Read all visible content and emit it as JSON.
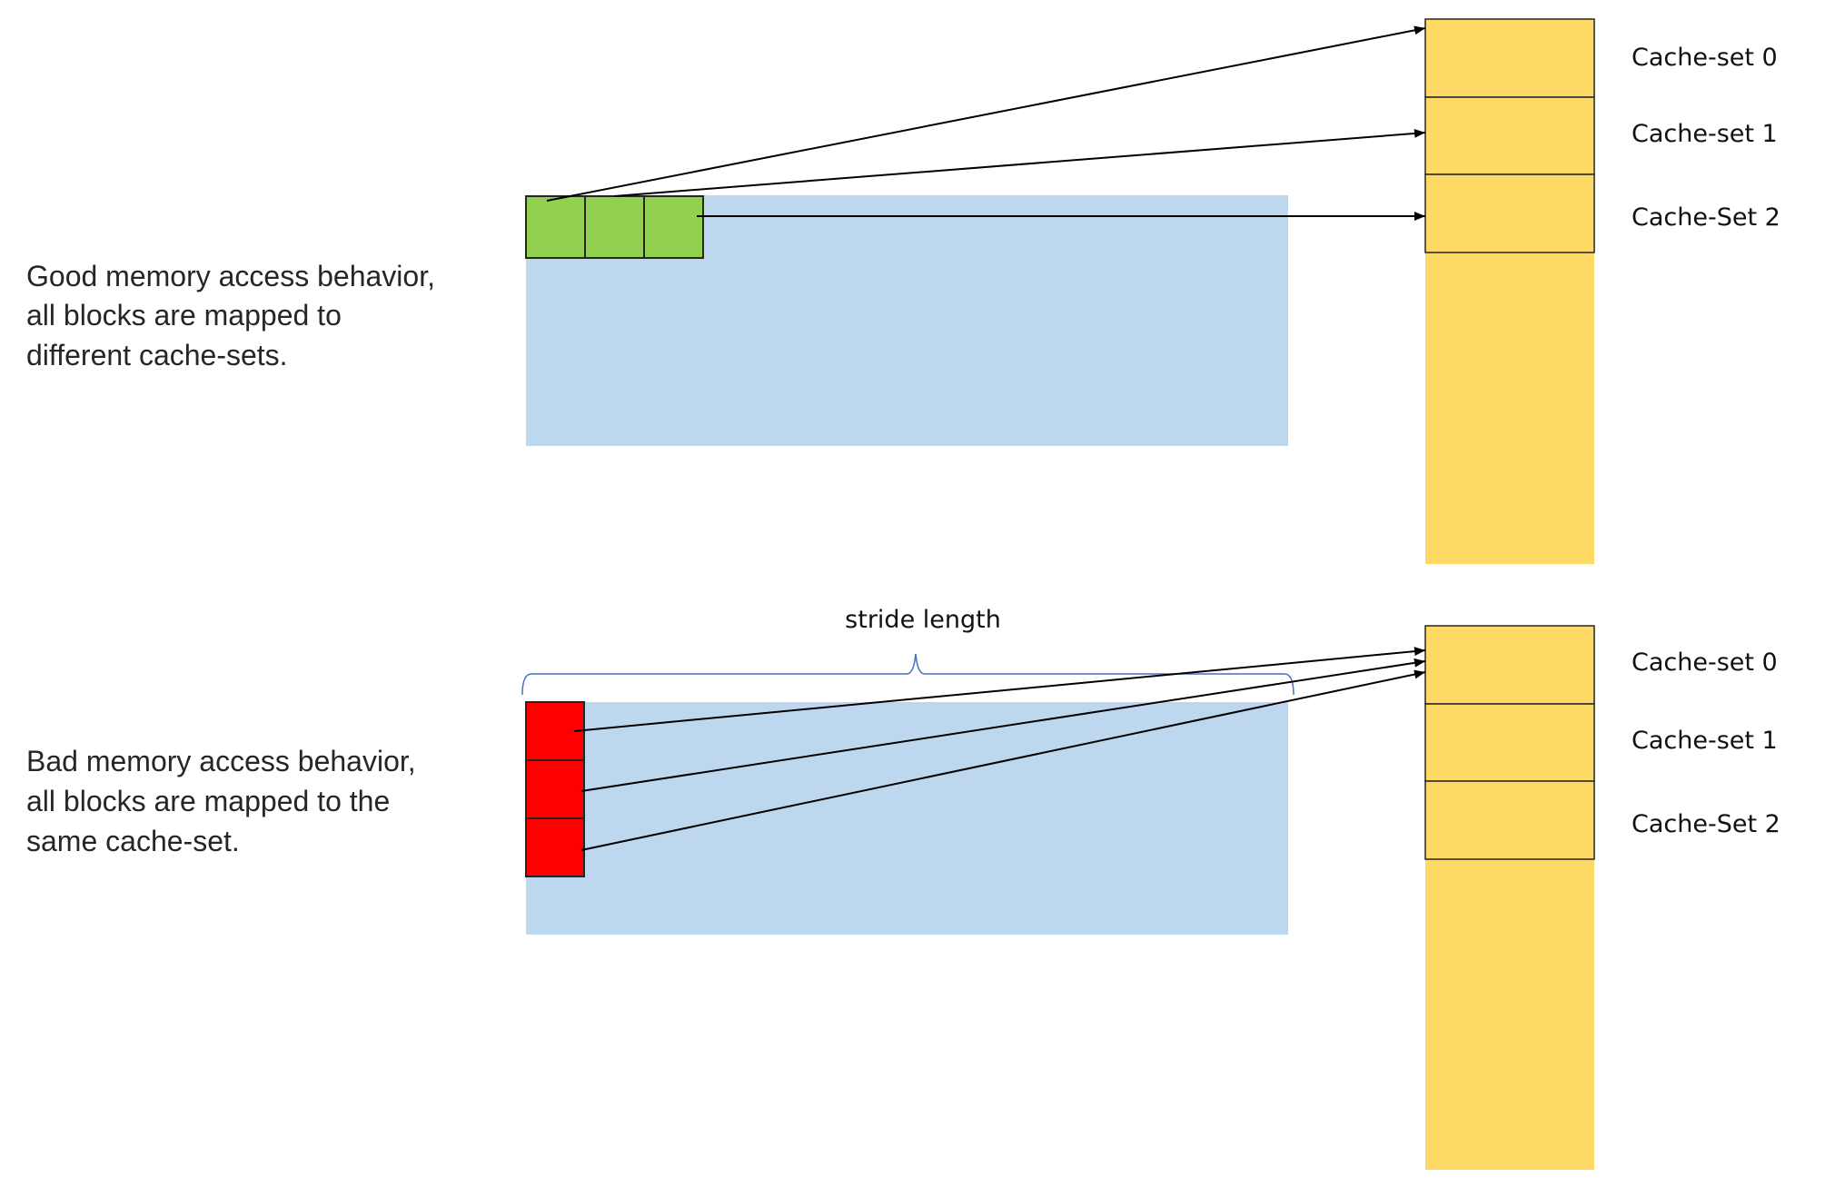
{
  "colors": {
    "memory": "#BDD7EE",
    "cache": "#FFD966",
    "good_block": "#92D050",
    "bad_block": "#FF0000",
    "brace": "#4472C4",
    "arrow": "#000000"
  },
  "good": {
    "description": [
      "Good memory access behavior,",
      "all blocks are mapped to",
      "different cache-sets."
    ],
    "block_count": 3,
    "block_orientation": "horizontal",
    "mapping": [
      0,
      1,
      2
    ],
    "cache_labels": [
      "Cache-set 0",
      "Cache-set 1",
      "Cache-Set 2"
    ]
  },
  "bad": {
    "description": [
      "Bad memory access behavior,",
      "all blocks are mapped to the",
      "same cache-set."
    ],
    "block_count": 3,
    "block_orientation": "vertical",
    "mapping": [
      0,
      0,
      0
    ],
    "stride_label": "stride length",
    "cache_labels": [
      "Cache-set 0",
      "Cache-set 1",
      "Cache-Set 2"
    ]
  }
}
